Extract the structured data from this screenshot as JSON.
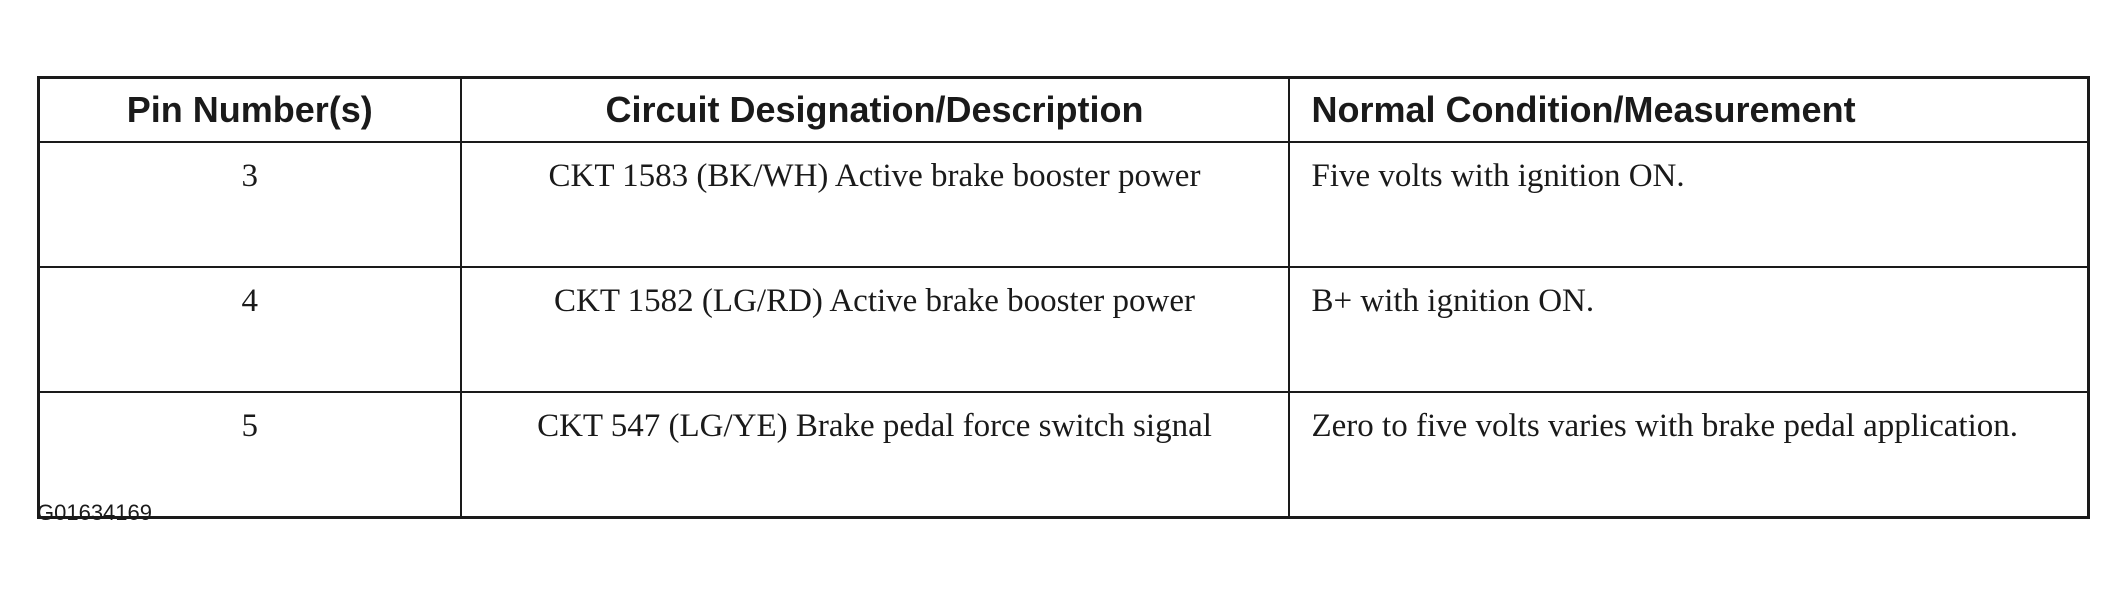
{
  "table": {
    "headers": {
      "pin": "Pin Number(s)",
      "circuit": "Circuit Designation/Description",
      "normal": "Normal Condition/Measurement"
    },
    "rows": [
      {
        "pin": "3",
        "circuit": "CKT 1583 (BK/WH) Active brake booster power",
        "normal": "Five volts with ignition ON."
      },
      {
        "pin": "4",
        "circuit": "CKT 1582 (LG/RD) Active brake booster power",
        "normal": "B+ with ignition ON."
      },
      {
        "pin": "5",
        "circuit": "CKT 547 (LG/YE) Brake pedal force switch signal",
        "normal": "Zero to five volts varies with brake pedal application."
      }
    ]
  },
  "figure_id": "G01634169"
}
